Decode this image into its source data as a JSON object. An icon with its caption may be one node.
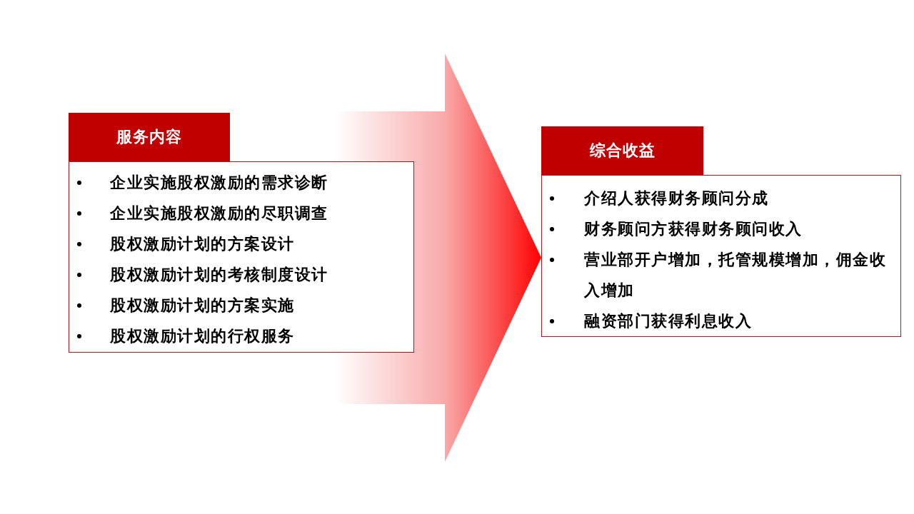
{
  "diagram": {
    "nodes": [
      {
        "text": [
          "服务内容"
        ]
      },
      {
        "text": [
          "企业实施股权激励的需求诊断",
          "企业实施股权激励的尽职调查",
          "股权激励计划的方案设计",
          "股权激励计划的考核制度设计",
          "股权激励计划的方案实施",
          "股权激励计划的行权服务"
        ]
      },
      {
        "text": [
          "综合收益"
        ]
      },
      {
        "text": [
          "介绍人获得财务顾问分成",
          "财务顾问方获得财务顾问收入",
          "营业部开户增加，托管规模增加，佣金收入增加",
          "融资部门获得利息收入"
        ]
      }
    ],
    "edges": [
      {
        "from": 1,
        "to": 3,
        "arrow": "to"
      }
    ]
  }
}
